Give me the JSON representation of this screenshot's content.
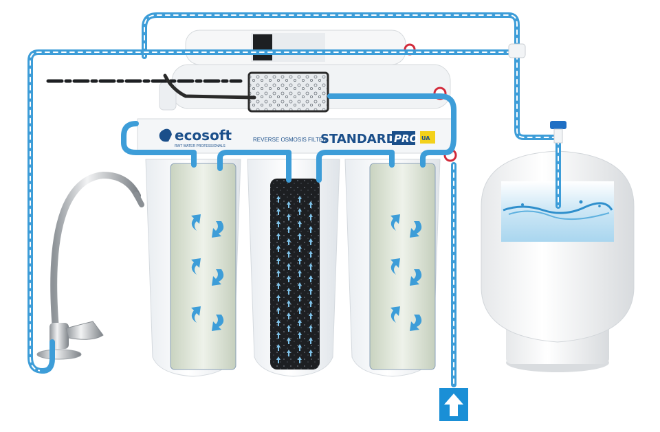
{
  "brand": {
    "name": "ecosoft",
    "tagline": "RWT WATER PROFESSIONALS",
    "subtitle": "REVERSE OSMOSIS FILTER",
    "model": "STANDARD",
    "model_suffix": "PRO",
    "flag_badge": "UA"
  },
  "colors": {
    "water_line": "#3d9dd8",
    "drain_line": "#2a2a2a",
    "brand_blue": "#1b4f8a",
    "inlet_arrow": "#1a8fd6",
    "carbon_block": "#1d1f22",
    "sediment": "#dfe7d9"
  },
  "icons": {
    "inlet": "arrow-up-icon",
    "flow": "flow-arrow-icon"
  }
}
